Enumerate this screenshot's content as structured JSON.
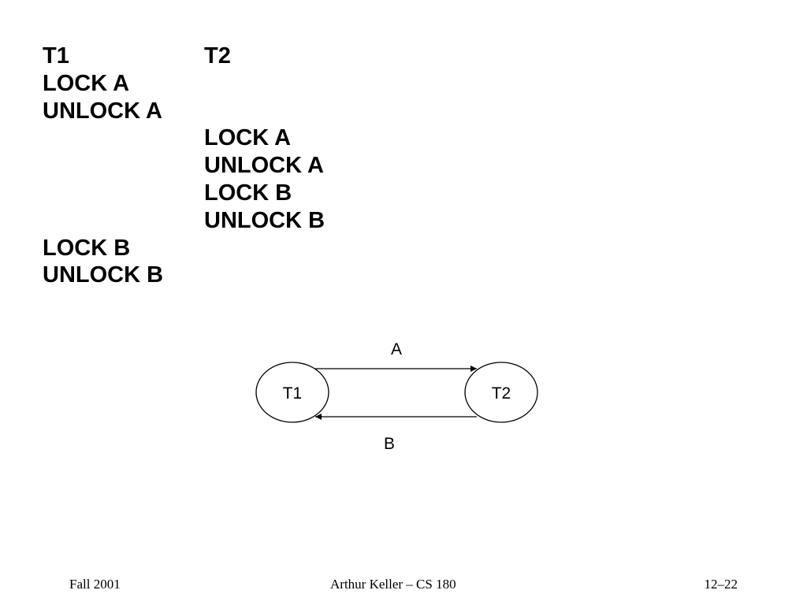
{
  "schedule": {
    "headers": {
      "t1": "T1",
      "t2": "T2"
    },
    "rows": [
      {
        "t1": "LOCK A",
        "t2": ""
      },
      {
        "t1": "UNLOCK A",
        "t2": ""
      },
      {
        "t1": "",
        "t2": "LOCK A"
      },
      {
        "t1": "",
        "t2": "UNLOCK A"
      },
      {
        "t1": "",
        "t2": "LOCK B"
      },
      {
        "t1": "",
        "t2": "UNLOCK B"
      },
      {
        "t1": "LOCK B",
        "t2": ""
      },
      {
        "t1": "UNLOCK B",
        "t2": ""
      }
    ]
  },
  "graph": {
    "nodes": [
      {
        "id": "T1",
        "label": "T1"
      },
      {
        "id": "T2",
        "label": "T2"
      }
    ],
    "edges": [
      {
        "from": "T1",
        "to": "T2",
        "label": "A"
      },
      {
        "from": "T2",
        "to": "T1",
        "label": "B"
      }
    ]
  },
  "footer": {
    "left": "Fall 2001",
    "center": "Arthur Keller – CS 180",
    "right": "12–22"
  }
}
